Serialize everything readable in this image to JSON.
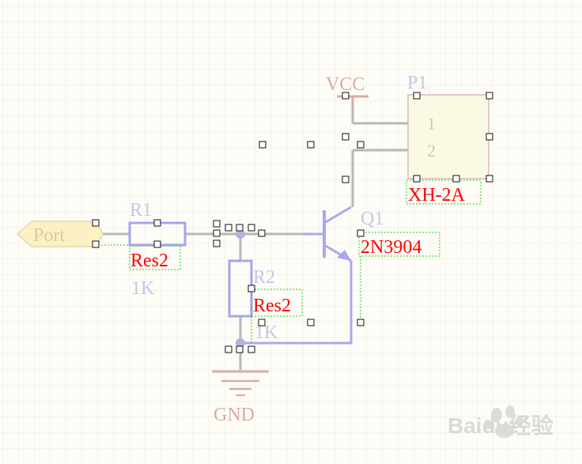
{
  "colors": {
    "background": "#fdfcf6",
    "grid": "#ebebe2",
    "wire": "#b5b5b5",
    "component_blue": "#a8a8ee",
    "component_blue_stroke": "#9c9cf0",
    "faded_label": "#c6c6ea",
    "power_red": "#d9aaaa",
    "designator_red": "#ff0000",
    "port_fill": "#fbf1c4",
    "port_stroke": "#e6dbb0",
    "port_text": "#dcd0a0",
    "connector_fill": "#fbf9e3",
    "connector_stroke": "#d7b8b8",
    "selection_green": "#22cc22",
    "handle_stroke": "#111111",
    "watermark": "#d7d7d7"
  },
  "port": {
    "label": "Port",
    "icon": "port-arrow-shape"
  },
  "r1": {
    "designator": "R1",
    "comment": "Res2",
    "value": "1K"
  },
  "r2": {
    "designator": "R2",
    "comment": "Res2",
    "value": "1K"
  },
  "q1": {
    "designator": "Q1",
    "comment": "2N3904",
    "icon": "npn-transistor-symbol"
  },
  "p1": {
    "designator": "P1",
    "comment": "XH-2A",
    "pin1": "1",
    "pin2": "2"
  },
  "vcc": {
    "label": "VCC",
    "icon": "power-bar-symbol"
  },
  "gnd": {
    "label": "GND",
    "icon": "ground-symbol"
  },
  "watermark": {
    "text": "Baidu经验",
    "icon": "paw-logo"
  }
}
